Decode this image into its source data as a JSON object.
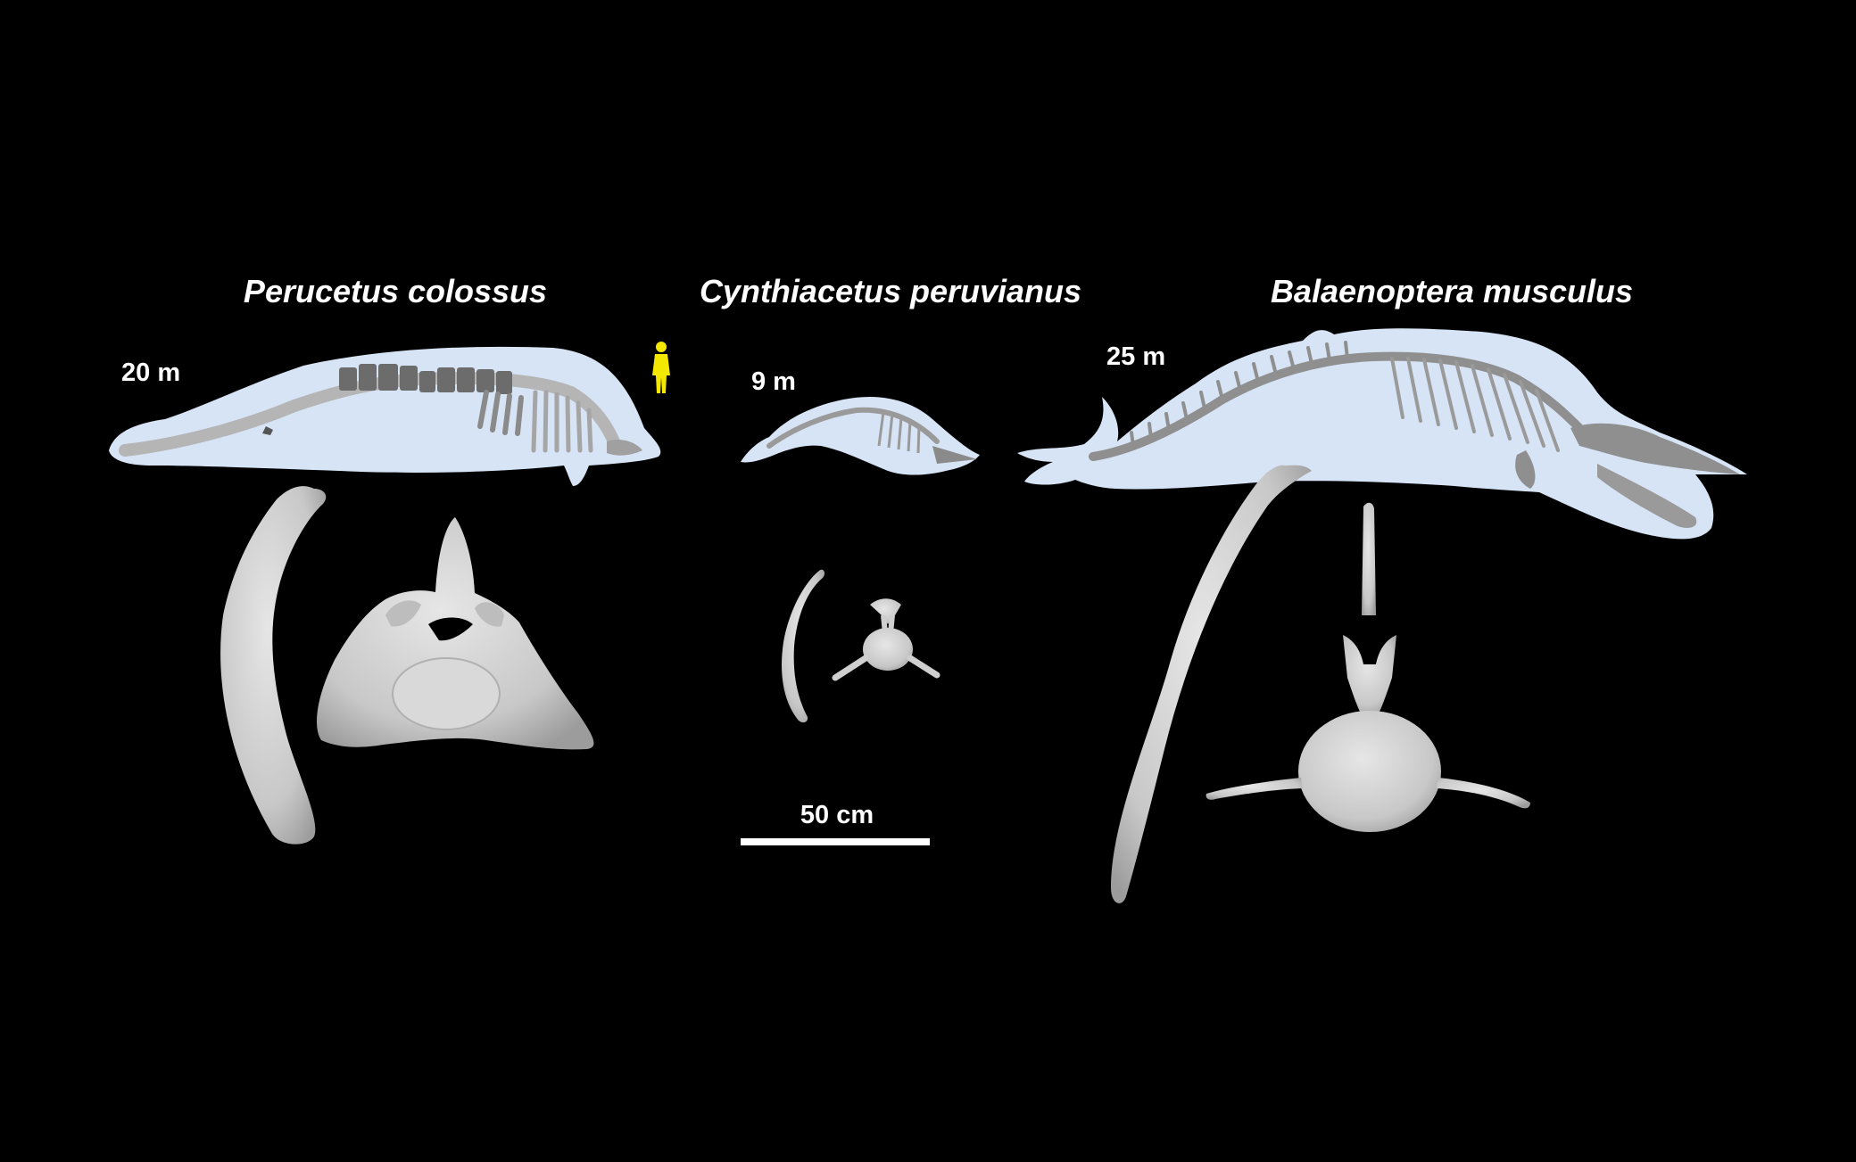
{
  "species": [
    {
      "id": "perucetus",
      "name": "Perucetus colossus",
      "length": "20 m"
    },
    {
      "id": "cynthiacetus",
      "name": "Cynthiacetus peruvianus",
      "length": "9 m"
    },
    {
      "id": "balaenoptera",
      "name": "Balaenoptera musculus",
      "length": "25 m"
    }
  ],
  "scale_bar": {
    "label": "50 cm"
  },
  "colors": {
    "background": "#000000",
    "silhouette": "#d7e4f6",
    "skeleton": "#9a9a9a",
    "bone": "#d2d2d2",
    "bone_shade": "#a8a8a8",
    "human": "#f5e800",
    "text": "#ffffff"
  }
}
